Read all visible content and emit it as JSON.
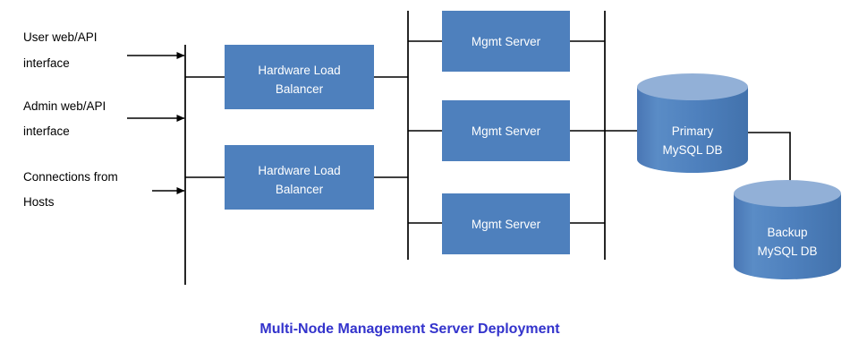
{
  "diagram": {
    "title": "Multi-Node Management Server Deployment",
    "title_color": "#3333cc",
    "background": "#ffffff",
    "palette": {
      "node_fill": "#4e80bd",
      "cylinder_body": "#4e80bd",
      "cylinder_top": "#92b0d7",
      "line": "#000000",
      "node_text": "#ffffff",
      "label_text": "#000000"
    },
    "inputs": [
      {
        "id": "user",
        "line1": "User web/API",
        "line2": "interface"
      },
      {
        "id": "admin",
        "line1": "Admin web/API",
        "line2": "interface"
      },
      {
        "id": "hosts",
        "line1": "Connections from",
        "line2": "Hosts"
      }
    ],
    "load_balancers": [
      {
        "id": "lb1",
        "line1": "Hardware Load",
        "line2": "Balancer"
      },
      {
        "id": "lb2",
        "line1": "Hardware Load",
        "line2": "Balancer"
      }
    ],
    "mgmt_servers": [
      {
        "id": "mgmt1",
        "label": "Mgmt Server"
      },
      {
        "id": "mgmt2",
        "label": "Mgmt Server"
      },
      {
        "id": "mgmt3",
        "label": "Mgmt Server"
      }
    ],
    "databases": [
      {
        "id": "primary-db",
        "line1": "Primary",
        "line2": "MySQL DB"
      },
      {
        "id": "backup-db",
        "line1": "Backup",
        "line2": "MySQL DB"
      }
    ]
  }
}
